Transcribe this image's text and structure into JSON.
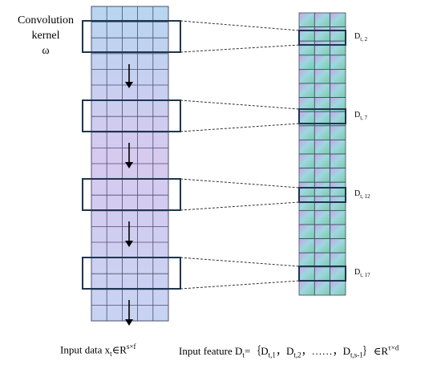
{
  "kernel_label": {
    "line1": "Convolution",
    "line2": "kernel",
    "line3": "ω"
  },
  "d_labels": [
    {
      "main": "D",
      "sub": "t, 2"
    },
    {
      "main": "D",
      "sub": "t, 7"
    },
    {
      "main": "D",
      "sub": "t, 12"
    },
    {
      "main": "D",
      "sub": "t, 17"
    }
  ],
  "caption_input": {
    "prefix": "Input data x",
    "sub": "t",
    "mid": "∈R",
    "sup": "s×f"
  },
  "caption_feature": {
    "prefix": "Input feature D",
    "sub_t": "t",
    "eq": "=｛D",
    "s1": "t,1",
    "sep1": "，D",
    "s2": "t,2",
    "sep2": "，……，D",
    "s3": "t,s-1",
    "close": "｝∈R",
    "sup": "τ×d"
  },
  "colors": {
    "input_grid_top": "#a9d6ef",
    "input_grid_bottom": "#e6c8ef",
    "grid_line": "#4a4f6e",
    "box": "#1f3550",
    "feature_grid": "#6fc4c4"
  }
}
